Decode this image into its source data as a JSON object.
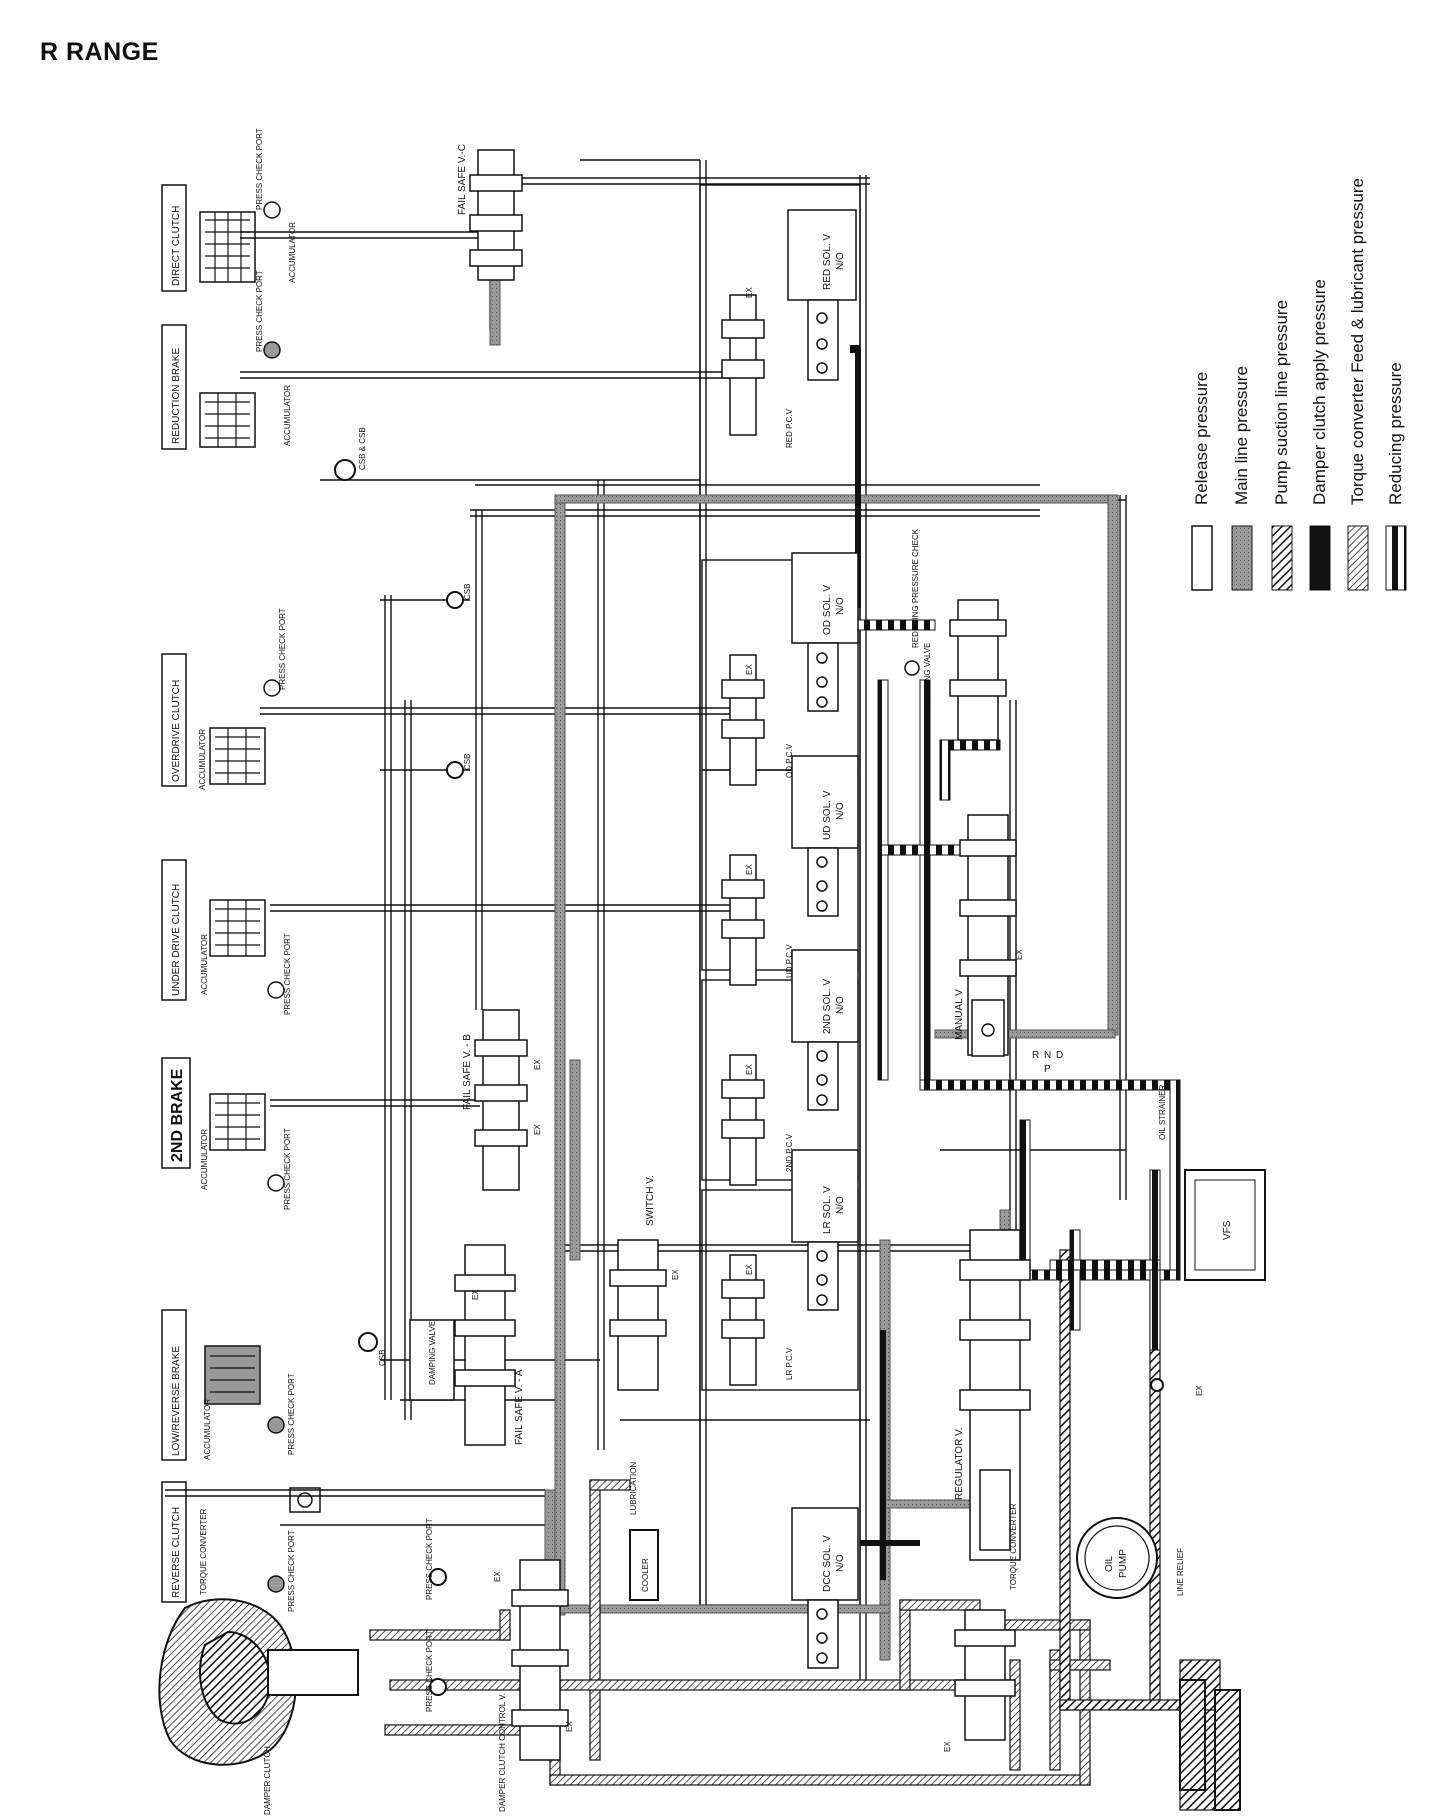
{
  "title": "R RANGE",
  "components": {
    "clutches": [
      {
        "key": "direct",
        "label": "DIRECT CLUTCH"
      },
      {
        "key": "reduction",
        "label": "REDUCTION BRAKE"
      },
      {
        "key": "overdrive",
        "label": "OVERDRIVE CLUTCH"
      },
      {
        "key": "underdrive",
        "label": "UNDER DRIVE CLUTCH"
      },
      {
        "key": "second",
        "label": "2ND BRAKE"
      },
      {
        "key": "lowrev",
        "label": "LOW/REVERSE BRAKE"
      },
      {
        "key": "reverse",
        "label": "REVERSE CLUTCH"
      }
    ],
    "accumulator": "ACCUMULATOR",
    "press_check_port": "PRESS CHECK PORT",
    "valves": {
      "fail_safe_c": "FAIL SAFE V.-C",
      "fail_safe_b": "FAIL SAFE V. - B",
      "fail_safe_a": "FAIL SAFE V. - A",
      "red_sol": "RED SOL. V",
      "od_sol": "OD SOL. V",
      "ud_sol": "UD SOL. V",
      "second_sol": "2ND SOL. V",
      "lr_sol": "LR SOL. V",
      "dcc_sol": "DCC SOL. V",
      "no": "N/O",
      "red_pcv": "RED P.C.V",
      "od_pcv": "OD P.C.V",
      "ud_pcv": "UD P.C.V",
      "second_pcv": "2ND P.C.V",
      "lr_pcv": "LR P.C.V",
      "switch_v": "SWITCH V.",
      "damping_valve": "DAMPING VALVE",
      "reducing_valve": "REDUCING VALVE",
      "reducing_check": "REDUCING PRESSURE CHECK",
      "manual_v": "MANUAL V",
      "regulator_v": "REGULATOR V.",
      "line_relief": "LINE RELIEF",
      "oil_pump": "OIL PUMP",
      "oil_pump_l1": "OIL",
      "oil_pump_l2": "PUMP",
      "oil_strainer": "OIL STRAINER",
      "vfs": "VFS",
      "torque_converter": "TORQUE CONVERTER",
      "torque_converter_v": "TORQUE CONVERTER",
      "damper_clutch": "DAMPER CLUTCH",
      "damper_clutch_control": "DAMPER CLUTCH CONTROL V.",
      "cooler": "COOLER",
      "lubrication": "LUBRICATION",
      "c_sb_c_sb": "CSB & CSB",
      "csb": "CSB",
      "ex": "EX",
      "range_r": "R",
      "range_n": "N",
      "range_d": "D",
      "range_p": "P"
    }
  },
  "legend": [
    {
      "key": "release",
      "label": "Release pressure",
      "pattern": "blank"
    },
    {
      "key": "main",
      "label": "Main line pressure",
      "pattern": "gray"
    },
    {
      "key": "suction",
      "label": "Pump suction line pressure",
      "pattern": "hatch"
    },
    {
      "key": "damper",
      "label": "Damper clutch apply pressure",
      "pattern": "solid"
    },
    {
      "key": "feed",
      "label": "Torque converter Feed & lubricant pressure",
      "pattern": "hatch-thin"
    },
    {
      "key": "reducing",
      "label": "Reducing pressure",
      "pattern": "dash"
    }
  ],
  "colors": {
    "line": "#111111",
    "main": "#8a8a8a",
    "background": "#ffffff"
  }
}
